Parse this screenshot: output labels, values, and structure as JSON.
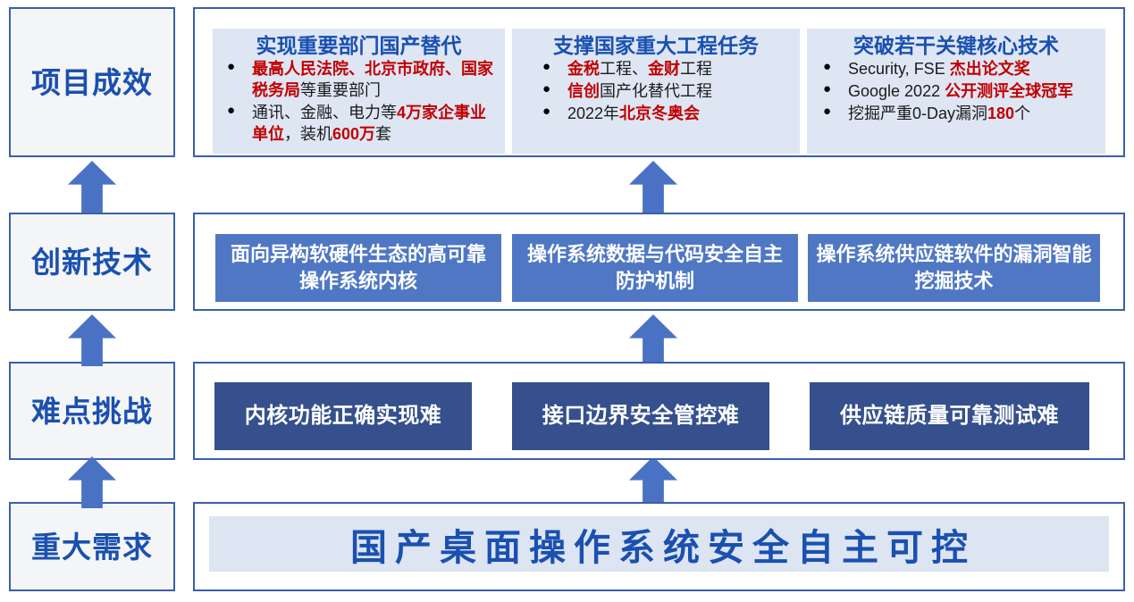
{
  "rows": [
    {
      "label": "项目成效",
      "cards": [
        {
          "title": "实现重要部门国产替代",
          "bullets": [
            [
              {
                "t": "最高人民法院、北京市政府、国家税务局",
                "c": "red"
              },
              {
                "t": "等重要部门",
                "c": "black"
              }
            ],
            [
              {
                "t": "通讯、金融、电力等",
                "c": "black"
              },
              {
                "t": "4万家企事业单位",
                "c": "red"
              },
              {
                "t": "，装机",
                "c": "black"
              },
              {
                "t": "600万",
                "c": "red"
              },
              {
                "t": "套",
                "c": "black"
              }
            ]
          ]
        },
        {
          "title": "支撑国家重大工程任务",
          "bullets": [
            [
              {
                "t": "金税",
                "c": "red"
              },
              {
                "t": "工程、",
                "c": "black"
              },
              {
                "t": "金财",
                "c": "red"
              },
              {
                "t": "工程",
                "c": "black"
              }
            ],
            [
              {
                "t": "信创",
                "c": "red"
              },
              {
                "t": "国产化替代工程",
                "c": "black"
              }
            ],
            [
              {
                "t": "2022年",
                "c": "black"
              },
              {
                "t": "北京冬奥会",
                "c": "red"
              }
            ]
          ]
        },
        {
          "title": "突破若干关键核心技术",
          "bullets": [
            [
              {
                "t": "Security, FSE ",
                "c": "black"
              },
              {
                "t": "杰出论文奖",
                "c": "red"
              }
            ],
            [
              {
                "t": "Google 2022 ",
                "c": "black"
              },
              {
                "t": "公开测评全球冠军",
                "c": "red"
              }
            ],
            [
              {
                "t": "挖掘严重0-Day漏洞",
                "c": "black"
              },
              {
                "t": "180",
                "c": "red"
              },
              {
                "t": "个",
                "c": "black"
              }
            ]
          ]
        }
      ]
    },
    {
      "label": "创新技术",
      "cards": [
        {
          "title": "面向异构软硬件生态的高可靠操作系统内核",
          "line1": "面向异构软硬件生态的",
          "line2": "高可靠操作系统内核"
        },
        {
          "title": "操作系统数据与代码安全自主防护机制",
          "line1": "操作系统数据与代码安全自",
          "line2": "主防护机制"
        },
        {
          "title": "操作系统供应链软件的漏洞智能挖掘技术",
          "line1": "操作系统供应链软件的",
          "line2": "漏洞智能挖掘技术"
        }
      ]
    },
    {
      "label": "难点挑战",
      "cards": [
        {
          "title": "内核功能正确实现难"
        },
        {
          "title": "接口边界安全管控难"
        },
        {
          "title": "供应链质量可靠测试难"
        }
      ]
    },
    {
      "label": "重大需求",
      "banner": "国产桌面操作系统安全自主可控"
    }
  ],
  "colors": {
    "accent_blue": "#1a50b0",
    "frame_blue": "#3a5fab",
    "arrow_blue": "#4a72c4",
    "tech_blue": "#4f77c4",
    "challenge_blue": "#35508c",
    "light_card": "#dee6f4",
    "banner_bg": "#dde5f2",
    "label_bg": "#f4f5f6",
    "highlight_red": "#c00000"
  },
  "arrows": [
    {
      "name": "arrow-label-needs-to-challenges"
    },
    {
      "name": "arrow-label-challenges-to-innovation"
    },
    {
      "name": "arrow-label-innovation-to-outcomes"
    },
    {
      "name": "arrow-content-needs-to-challenges"
    },
    {
      "name": "arrow-content-challenges-to-innovation"
    },
    {
      "name": "arrow-content-innovation-to-outcomes"
    }
  ]
}
